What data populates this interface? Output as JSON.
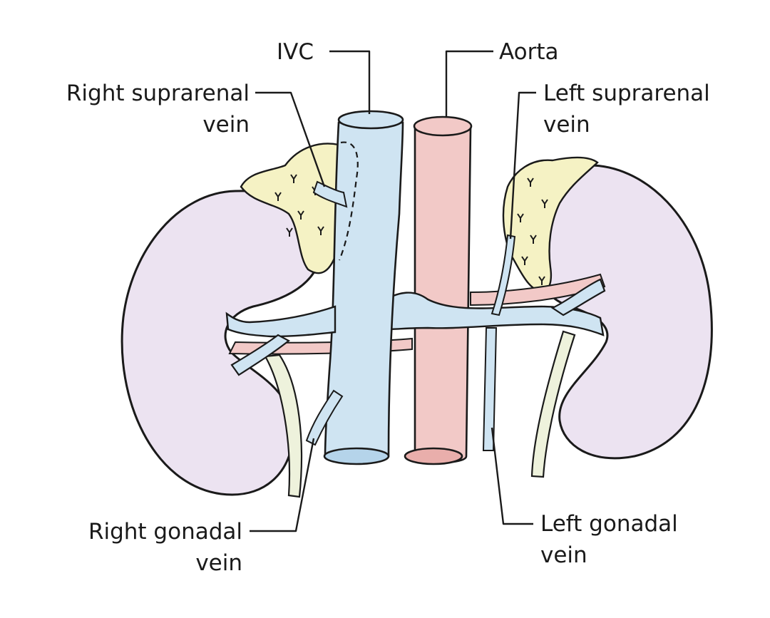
{
  "labels": {
    "ivc": "IVC",
    "aorta": "Aorta",
    "right_suprarenal_vein": [
      "Right suprarenal",
      "vein"
    ],
    "left_suprarenal_vein": [
      "Left suprarenal",
      "vein"
    ],
    "right_gonadal_vein": [
      "Right gonadal",
      "vein"
    ],
    "left_gonadal_vein": [
      "Left gonadal",
      "vein"
    ]
  },
  "colors": {
    "kidney_fill": "#ece3f1",
    "kidney_stroke": "#1a1a1a",
    "adrenal_fill": "#f5f2c4",
    "vein_fill": "#cfe4f2",
    "artery_fill": "#f2c9c7",
    "ureter_fill": "#eef2dc"
  }
}
